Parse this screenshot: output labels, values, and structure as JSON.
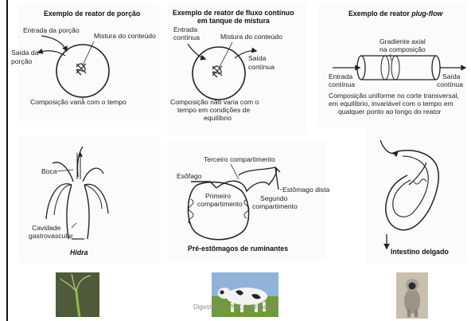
{
  "panels": {
    "batch": {
      "title": "Exemplo de reator de porção",
      "inlet": "Entrada da porção",
      "outlet_l1": "Saída da",
      "outlet_l2": "porção",
      "mix": "Mistura do conteúdo",
      "caption": "Composição varia com o tempo"
    },
    "cstr": {
      "title_l1": "Exemplo de reator de fluxo contínuo",
      "title_l2": "em tanque de mistura",
      "inlet_l1": "Entrada",
      "inlet_l2": "contínua",
      "mix": "Mistura do conteúdo",
      "outlet_l1": "Saída",
      "outlet_l2": "contínua",
      "caption_l1": "Composição não varia com o",
      "caption_l2": "tempo em condições de",
      "caption_l3": "equilíbrio"
    },
    "pfr": {
      "title_prefix": "Exemplo de reator ",
      "title_em": "plug-flow",
      "gradient_l1": "Gradiente axial",
      "gradient_l2": "na composição",
      "inlet_l1": "Entrada",
      "inlet_l2": "contínua",
      "outlet_l1": "Saída",
      "outlet_l2": "contínua",
      "caption_l1": "Composição uniforme no corte transversal,",
      "caption_l2": "em equilíbrio, invariável com o tempo em",
      "caption_l3": "qualquer ponto ao longo do reator"
    },
    "hydra": {
      "mouth": "Boca",
      "cavity_l1": "Cavidade",
      "cavity_l2": "gastrovascular",
      "name": "Hidra"
    },
    "ruminant": {
      "third": "Terceiro compartimento",
      "esophagus": "Esôfago",
      "stomach": "Estômago dista",
      "first_l1": "Primeiro",
      "first_l2": "compartimento",
      "second_l1": "Segundo",
      "second_l2": "compartimento",
      "name": "Pré-estômagos de ruminantes"
    },
    "intestine": {
      "name": "Intestino delgado"
    }
  },
  "footer": "Digestório – Prof. Ariel Ihsdorf",
  "colors": {
    "line": "#222222",
    "text": "#222222",
    "frame": "#111111"
  }
}
